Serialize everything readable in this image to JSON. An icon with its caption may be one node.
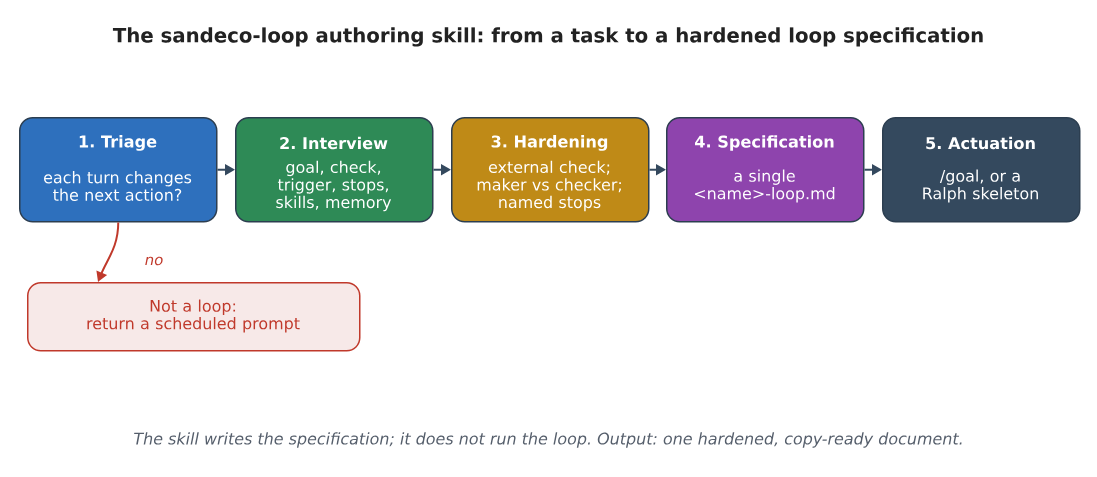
{
  "diagram": {
    "title": "The sandeco-loop authoring skill: from a task to a hardened loop specification",
    "nodes": [
      {
        "text": [
          "1. Triage",
          "each turn changes the next action?"
        ]
      },
      {
        "text": [
          "2. Interview",
          "goal, check, trigger, stops, skills, memory"
        ]
      },
      {
        "text": [
          "3. Hardening",
          "external check; maker vs checker; named stops"
        ]
      },
      {
        "text": [
          "4. Specification",
          "a single <name>-loop.md"
        ]
      },
      {
        "text": [
          "5. Actuation",
          "/goal, or a Ralph skeleton"
        ]
      },
      {
        "text": [
          "Not a loop:",
          "return a scheduled prompt"
        ]
      }
    ],
    "edges": [
      {
        "from": 0,
        "to": 1,
        "arrow": "to"
      },
      {
        "from": 1,
        "to": 2,
        "arrow": "to"
      },
      {
        "from": 2,
        "to": 3,
        "arrow": "to"
      },
      {
        "from": 3,
        "to": 4,
        "arrow": "to"
      },
      {
        "from": 0,
        "to": 5,
        "arrow": "to",
        "label": "no",
        "color": "#c0392b"
      }
    ],
    "caption": "The skill writes the specification; it does not run the loop. Output: one hardened, copy-ready document."
  }
}
